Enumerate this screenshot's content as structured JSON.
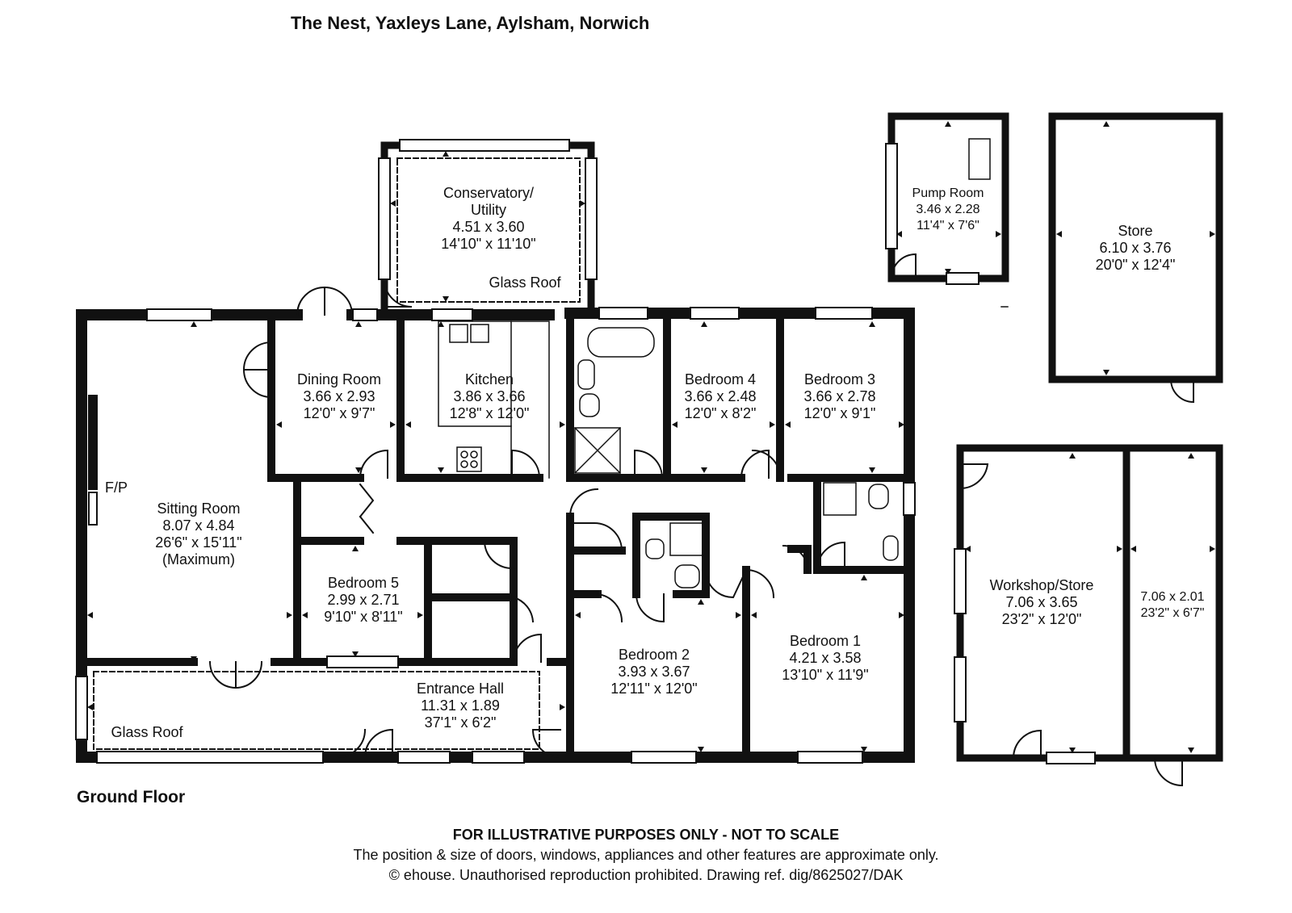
{
  "title": "The Nest, Yaxleys Lane, Aylsham, Norwich",
  "floor_label": "Ground Floor",
  "footer": {
    "line1": "FOR ILLUSTRATIVE PURPOSES ONLY - NOT TO SCALE",
    "line2": "The position & size of doors, windows, appliances and other features are approximate only.",
    "line3": "© ehouse. Unauthorised reproduction prohibited. Drawing ref. dig/8625027/DAK"
  },
  "rooms": {
    "conservatory": {
      "name1": "Conservatory/",
      "name2": "Utility",
      "metric": "4.51 x 3.60",
      "imperial": "14'10\" x 11'10\""
    },
    "conservatory_note": "Glass Roof",
    "dining": {
      "name": "Dining Room",
      "metric": "3.66 x 2.93",
      "imperial": "12'0\" x 9'7\""
    },
    "kitchen": {
      "name": "Kitchen",
      "metric": "3.86 x 3.66",
      "imperial": "12'8\" x 12'0\""
    },
    "bedroom4": {
      "name": "Bedroom 4",
      "metric": "3.66 x 2.48",
      "imperial": "12'0\" x 8'2\""
    },
    "bedroom3": {
      "name": "Bedroom 3",
      "metric": "3.66 x 2.78",
      "imperial": "12'0\" x 9'1\""
    },
    "sitting": {
      "name": "Sitting Room",
      "metric": "8.07 x 4.84",
      "imperial": "26'6\" x 15'11\"",
      "note": "(Maximum)"
    },
    "fp": "F/P",
    "bedroom5": {
      "name": "Bedroom 5",
      "metric": "2.99 x 2.71",
      "imperial": "9'10\" x 8'11\""
    },
    "entrance": {
      "name": "Entrance Hall",
      "metric": "11.31 x 1.89",
      "imperial": "37'1\" x 6'2\""
    },
    "entrance_note": "Glass Roof",
    "bedroom2": {
      "name": "Bedroom 2",
      "metric": "3.93 x 3.67",
      "imperial": "12'11\" x 12'0\""
    },
    "bedroom1": {
      "name": "Bedroom 1",
      "metric": "4.21 x 3.58",
      "imperial": "13'10\" x 11'9\""
    },
    "pump": {
      "name": "Pump Room",
      "metric": "3.46 x 2.28",
      "imperial": "11'4\" x 7'6\""
    },
    "store": {
      "name": "Store",
      "metric": "6.10 x 3.76",
      "imperial": "20'0\" x 12'4\""
    },
    "workshop": {
      "name": "Workshop/Store",
      "metric": "7.06 x 3.65",
      "imperial": "23'2\" x 12'0\""
    },
    "annex": {
      "metric": "7.06 x 2.01",
      "imperial": "23'2\" x 6'7\""
    }
  },
  "colors": {
    "wall": "#111111",
    "background": "#ffffff",
    "window": "#ffffff"
  }
}
